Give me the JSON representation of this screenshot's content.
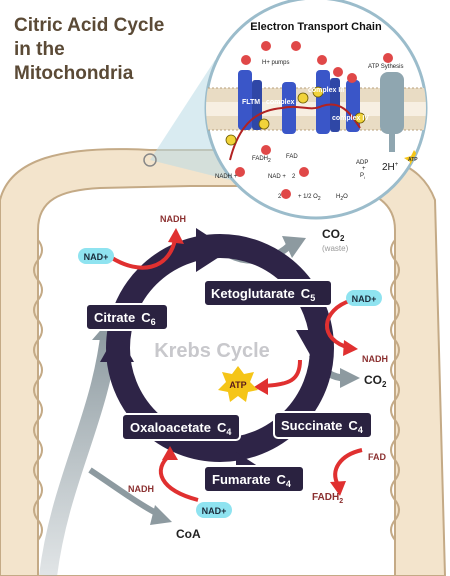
{
  "title_lines": [
    "Citric Acid Cycle",
    "in the",
    "Mitochondria"
  ],
  "etc": {
    "title": "Electron Transport Chain",
    "h_plus": "H+",
    "h_pumps": "H+ pumps",
    "fmn": "FLTM",
    "complex_i": "complex",
    "complex_iii": "complex III",
    "complex_iv": "complex IV",
    "atp_synthesis": "ATP Sythesis",
    "e": "e",
    "fadh2": "FADH",
    "fadh2_sub": "2",
    "fad": "FAD",
    "nadh_eq_left": "NADH +",
    "nadh_eq_right": "NAD +",
    "two": "2",
    "two_h_left": "2",
    "half_o2": "+ 1/2 O",
    "o2_sub": "2",
    "h2o": "H",
    "h2o_sub": "2",
    "h2o_end": "O",
    "adp": "ADP",
    "plus": "+",
    "pi": "P",
    "pi_sub": "i",
    "two_h": "2H",
    "two_h_sup": "+",
    "atp": "ATP"
  },
  "cycle": {
    "label": "Krebs Cycle",
    "nodes": {
      "citrate": {
        "name": "Citrate",
        "c": "C",
        "n": "6"
      },
      "ketoglutarate": {
        "name": "Ketoglutarate",
        "c": "C",
        "n": "5"
      },
      "succinate": {
        "name": "Succinate",
        "c": "C",
        "n": "4"
      },
      "fumarate": {
        "name": "Fumarate",
        "c": "C",
        "n": "4"
      },
      "oxaloacetate": {
        "name": "Oxaloacetate",
        "c": "C",
        "n": "4"
      }
    }
  },
  "labels": {
    "nadh_top": "NADH",
    "nad_top": "NAD+",
    "co2_waste": "CO",
    "co2_waste_sub": "2",
    "waste": "(waste)",
    "nad_right": "NAD+",
    "nadh_right": "NADH",
    "co2_right": "CO",
    "co2_right_sub": "2",
    "atp": "ATP",
    "fad": "FAD",
    "fadh2": "FADH",
    "fadh2_sub": "2",
    "nadh_bottom": "NADH",
    "nad_bottom": "NAD+",
    "coa": "CoA"
  },
  "colors": {
    "membrane_fill": "#f3e4cc",
    "membrane_edge": "#c4aa86",
    "cycle_arrow": "#2e2447",
    "node_box": "#2a2240",
    "red_arrow": "#e03030",
    "gray_arrow": "#8d9aa0",
    "nad_pill": "#8fe3f0",
    "atp_star": "#f5c518",
    "etc_circle": "#b9dbe6",
    "protein": "#3a56c8"
  }
}
